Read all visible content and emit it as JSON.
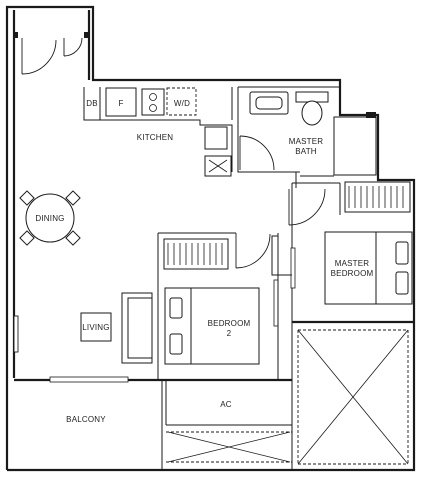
{
  "rooms": {
    "db": "DB",
    "fridge": "F",
    "washer_dryer": "W/D",
    "kitchen": "KITCHEN",
    "master_bath_line1": "MASTER",
    "master_bath_line2": "BATH",
    "dining": "DINING",
    "master_bedroom_line1": "MASTER",
    "master_bedroom_line2": "BEDROOM",
    "living": "LIVING",
    "bedroom2_line1": "BEDROOM",
    "bedroom2_line2": "2",
    "ac": "AC",
    "balcony": "BALCONY"
  }
}
